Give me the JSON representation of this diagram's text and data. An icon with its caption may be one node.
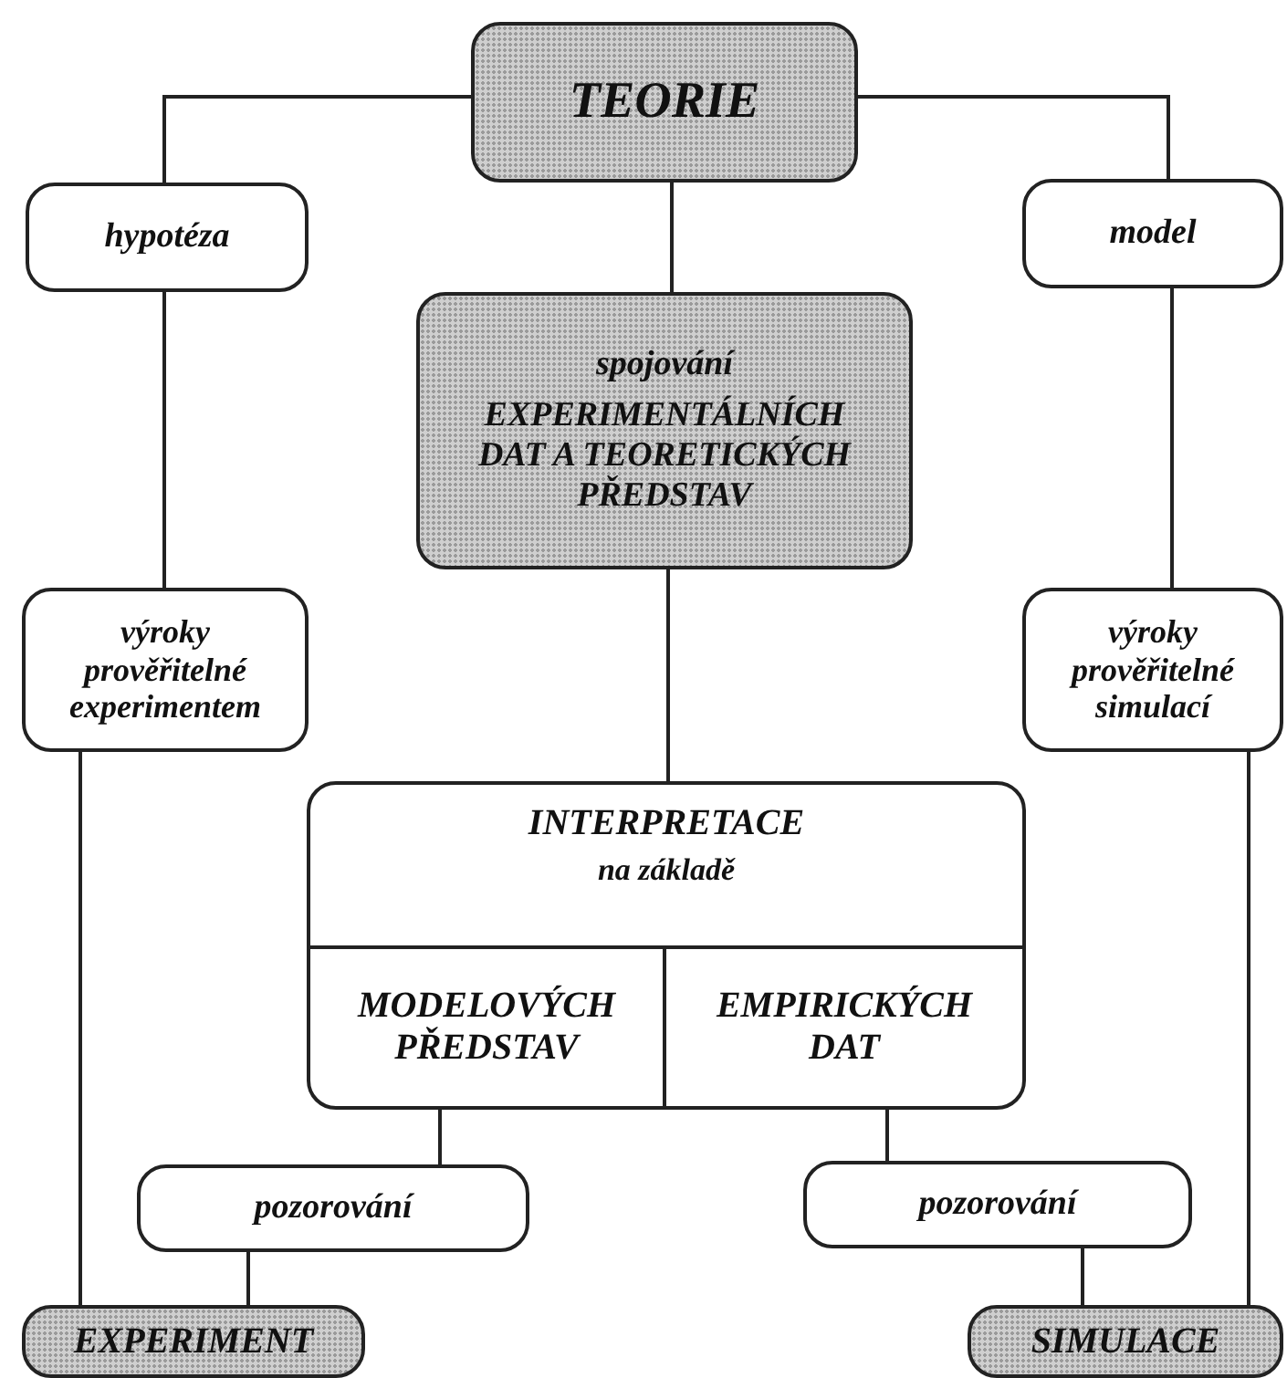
{
  "diagram": {
    "nodes": [
      {
        "text": [
          "TEORIE"
        ]
      },
      {
        "text": [
          "hypotéza"
        ]
      },
      {
        "text": [
          "model"
        ]
      },
      {
        "text": [
          "spojování",
          "EXPERIMENTÁLNÍCH DAT A TEORETICKÝCH PŘEDSTAV"
        ]
      },
      {
        "text": [
          "výroky prověřitelné experimentem"
        ]
      },
      {
        "text": [
          "výroky prověřitelné simulací"
        ]
      },
      {
        "text": [
          "INTERPRETACE",
          "na základě"
        ]
      },
      {
        "text": [
          "MODELOVÝCH PŘEDSTAV"
        ],
        "in": 6
      },
      {
        "text": [
          "EMPIRICKÝCH DAT"
        ],
        "in": 6
      },
      {
        "text": [
          "pozorování"
        ]
      },
      {
        "text": [
          "pozorování"
        ]
      },
      {
        "text": [
          "EXPERIMENT"
        ]
      },
      {
        "text": [
          "SIMULACE"
        ]
      }
    ],
    "edges": [
      {
        "from": 0,
        "to": 1,
        "arrow": "none"
      },
      {
        "from": 0,
        "to": 2,
        "arrow": "none"
      },
      {
        "from": 0,
        "to": 3,
        "arrow": "none"
      },
      {
        "from": 1,
        "to": 4,
        "arrow": "none"
      },
      {
        "from": 2,
        "to": 5,
        "arrow": "none"
      },
      {
        "from": 3,
        "to": 6,
        "arrow": "none"
      },
      {
        "from": 4,
        "to": 11,
        "arrow": "none"
      },
      {
        "from": 5,
        "to": 12,
        "arrow": "none"
      },
      {
        "from": 7,
        "to": 9,
        "arrow": "none"
      },
      {
        "from": 8,
        "to": 10,
        "arrow": "none"
      },
      {
        "from": 9,
        "to": 11,
        "arrow": "none"
      },
      {
        "from": 10,
        "to": 12,
        "arrow": "none"
      }
    ]
  }
}
